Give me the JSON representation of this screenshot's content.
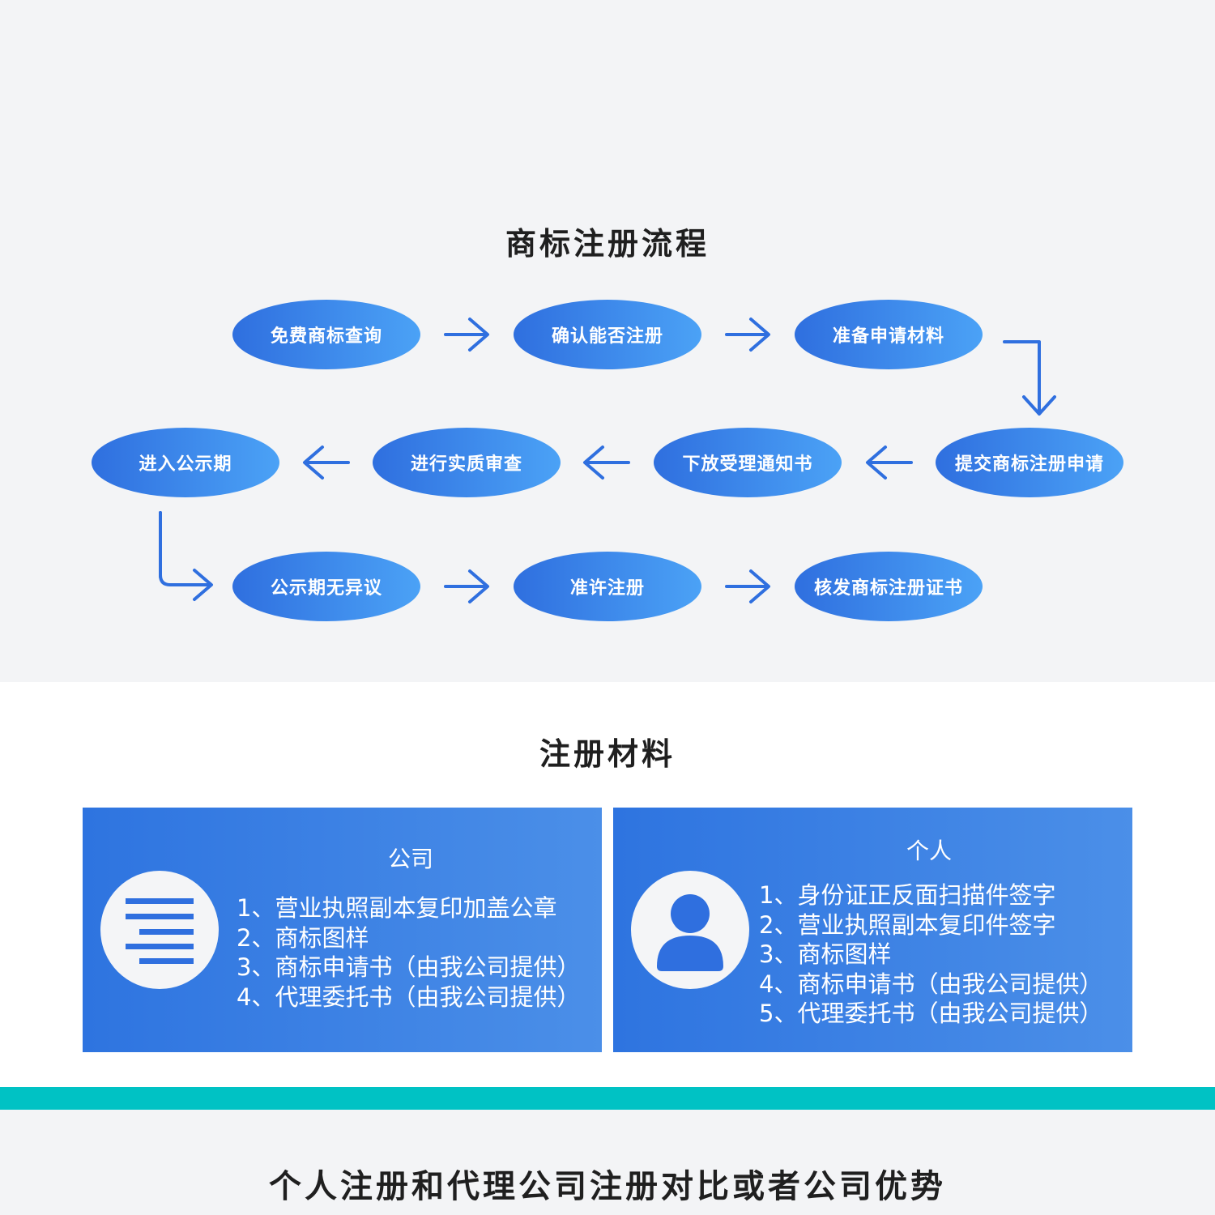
{
  "flow": {
    "title": "商标注册流程",
    "steps": [
      "免费商标查询",
      "确认能否注册",
      "准备申请材料",
      "提交商标注册申请",
      "下放受理通知书",
      "进行实质审查",
      "进入公示期",
      "公示期无异议",
      "准许注册",
      "核发商标注册证书"
    ]
  },
  "materials": {
    "title": "注册材料",
    "company": {
      "title": "公司",
      "icon": "document-lines-icon",
      "items": [
        "1、营业执照副本复印加盖公章",
        "2、商标图样",
        "3、商标申请书（由我公司提供）",
        "4、代理委托书（由我公司提供）"
      ]
    },
    "personal": {
      "title": "个人",
      "icon": "person-icon",
      "items": [
        "1、身份证正反面扫描件签字",
        "2、营业执照副本复印件签字",
        "3、商标图样",
        "4、商标申请书（由我公司提供）",
        "5、代理委托书（由我公司提供）"
      ]
    }
  },
  "compare": {
    "title": "个人注册和代理公司注册对比或者公司优势"
  },
  "colors": {
    "accent_blue": "#2f6fdf",
    "accent_light_blue": "#4ba2f6",
    "teal": "#00c2c4",
    "arrow": "#2f6fdf"
  }
}
